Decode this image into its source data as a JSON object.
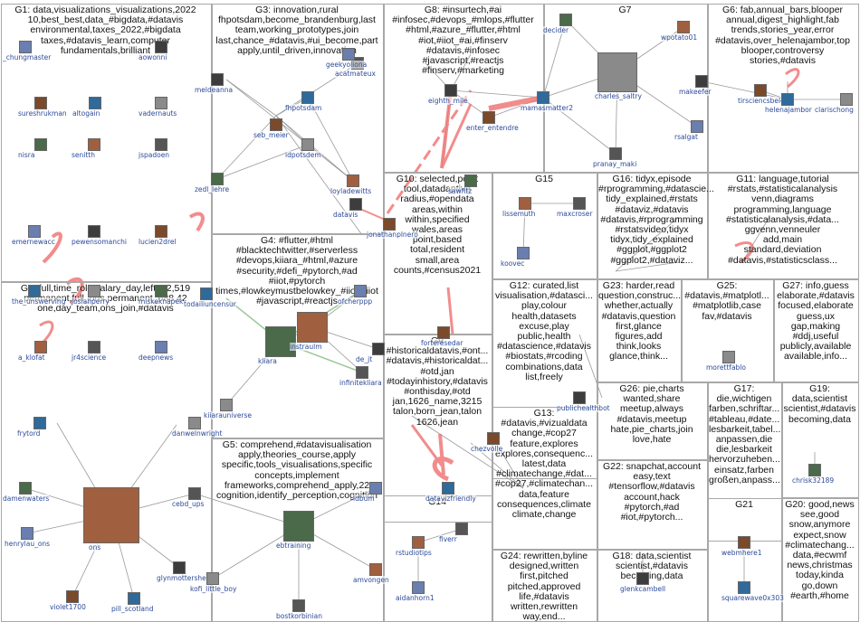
{
  "groups": [
    {
      "id": "G1",
      "label": "G1: data,visualizations_visualizations,2022\n10,best_best,data_#bigdata,#datavis\nenvironmental,taxes_2022,#bigdata\ntaxes,#datavis_learn,computer\nfundamentals,brilliant"
    },
    {
      "id": "G2",
      "label": "G2: full,time_role,salary_day,left_42,519\npermanent,full_ons,permanent_688,42\none,day_team,ons_join,#datavis"
    },
    {
      "id": "G3",
      "label": "G3: innovation,rural\nfhpotsdam,become_brandenburg,last\nteam,working_prototypes,join\nlast,chance_#datavis,#ui_become,part\napply,until_driven,innovation"
    },
    {
      "id": "G4",
      "label": "G4: #flutter,#html\n#blacktechtwitter,#serverless\n#devops,kiiara_#html,#azure\n#security,#defi_#pytorch,#ad\n#iiot,#pytorch\ntimes,#lowkeymustbelowkey_#iiot,#iiot\n#javascript,#reactjs"
    },
    {
      "id": "G5",
      "label": "G5: comprehend,#datavisualisation\napply,theories_course,apply\nspecific,tools_visualisations,specific\nconcepts,implement\nframeworks,comprehend_apply,22\ncognition,identify_perception,cognition"
    },
    {
      "id": "G6",
      "label": "G6: fab,annual_bars,blooper\nannual,digest_highlight,fab\ntrends,stories_year,error\n#datavis,over_helenajambor,top\nblooper,controversy\nstories,#datavis"
    },
    {
      "id": "G7",
      "label": "G7"
    },
    {
      "id": "G8",
      "label": "G8: #insurtech,#ai\n#infosec,#devops_#mlops,#flutter\n#html,#azure_#flutter,#html\n#iot,#iiot_#ai,#finserv\n#datavis,#infosec\n#javascript,#reactjs\n#finserv,#marketing"
    },
    {
      "id": "G9",
      "label": "G9\n#historicaldatavis,#ont...\n#datavis,#historicaldat...\n#otd,jan\n#todayinhistory,#datavis\n#onthisday,#otd\njan,1626_name,3215\ntalon,born_jean,talon\n1626,jean"
    },
    {
      "id": "G10",
      "label": "G10: selected,point\ntool,datadaptive\nradius,#opendata\nareas,within\nwithin,specified\nwales,areas\npoint,based\ntotal,resident\nsmall,area\ncounts,#census2021"
    },
    {
      "id": "G11",
      "label": "G11: language,tutorial\n#rstats,#statisticalanalysis\nvenn,diagrams\nprogramming,language\n#statisticalanalysis,#data...\nggvenn,venneuler\nadd,main\nstandard,deviation\n#datavis,#statisticsclass..."
    },
    {
      "id": "G12",
      "label": "G12: curated,list\nvisualisation,#datasci...\nplay,colour\nhealth,datasets\nexcuse,play\npublic,health\n#datascience,#datavis\n#biostats,#rcoding\ncombinations,data\nlist,freely"
    },
    {
      "id": "G13",
      "label": "G13:\n#datavis,#vizualdata\nchange,#cop27\nfeature,explores\nexplores,consequenc...\nlatest,data\n#climatechange,#dat...\n#cop27,#climatechan...\ndata,feature\nconsequences,climate\nclimate,change"
    },
    {
      "id": "G14",
      "label": "G14"
    },
    {
      "id": "G15",
      "label": "G15"
    },
    {
      "id": "G16",
      "label": "G16: tidyx,episode\n#rprogramming,#datascie...\ntidy_explained,#rstats\n#dataviz,#datavis\n#datavis,#rprogramming\n#rstatsvideo,tidyx\ntidyx,tidy_explained\n#ggplot,#ggplot2\n#ggplot2,#dataviz..."
    },
    {
      "id": "G17",
      "label": "G17:\ndie,wichtigen\nfarben,schriftar...\n#tableau,#date...\nlesbarkeit,tabel...\nanpassen,die\ndie,lesbarkeit\nhervorzuheben...\neinsatz,farben\ngroßen,anpass..."
    },
    {
      "id": "G18",
      "label": "G18: data,scientist\nscientist,#datavis\nbecoming,data"
    },
    {
      "id": "G19",
      "label": "G19:\ndata,scientist\nscientist,#datavis\nbecoming,data"
    },
    {
      "id": "G20",
      "label": "G20: good,news\nsee,good\nsnow,anymore\nexpect,snow\n#climatechang...\ndata,#ecwmf\nnews,christmas\ntoday,kinda\ngo,down\n#earth,#home"
    },
    {
      "id": "G21",
      "label": "G21"
    },
    {
      "id": "G22",
      "label": "G22: snapchat,account\neasy,text\n#tensorflow,#datavis\naccount,hack\n#pytorch,#ad\n#iot,#pytorch..."
    },
    {
      "id": "G23",
      "label": "G23: harder,read\nquestion,construc...\nwhether,actually\n#datavis,question\nfirst,glance\nfigures,add\nthink,looks\nglance,think..."
    },
    {
      "id": "G24",
      "label": "G24: rewritten,byline\ndesigned,written\nfirst,pitched\npitched,approved\nlife,#datavis\nwritten,rewritten\nway,end..."
    },
    {
      "id": "G25",
      "label": "G25:\n#datavis,#matplotl...\n#matplotlib,case\nfav,#datavis"
    },
    {
      "id": "G26",
      "label": "G26: pie,charts\nwanted,share\nmeetup,always\n#datavis,meetup\nhate,pie_charts,join\nlove,hate"
    },
    {
      "id": "G27",
      "label": "G27: info,guess\nelaborate,#datavis\nfocused,elaborate\nguess,ux\ngap,making\n#ddj,useful\npublicly,available\navailable,info..."
    }
  ],
  "vertices": [
    {
      "label": "_chungmaster"
    },
    {
      "label": "aowonni"
    },
    {
      "label": "sureshrukman"
    },
    {
      "label": "altogain"
    },
    {
      "label": "vadernauts"
    },
    {
      "label": "nisra"
    },
    {
      "label": "senitth"
    },
    {
      "label": "jspadoen"
    },
    {
      "label": "emernewacc"
    },
    {
      "label": "pewensomanchi"
    },
    {
      "label": "lucien2drel"
    },
    {
      "label": "the_unswerving"
    },
    {
      "label": "josiahperry"
    },
    {
      "label": "miskeknapek"
    },
    {
      "label": "a_klofat"
    },
    {
      "label": "jr4science"
    },
    {
      "label": "deepnews"
    },
    {
      "label": "meldeanna"
    },
    {
      "label": "seb_meier"
    },
    {
      "label": "fhpotsdam"
    },
    {
      "label": "idpotsdem"
    },
    {
      "label": "zedl_lehre"
    },
    {
      "label": "loyladewitts"
    },
    {
      "label": "acatmateux"
    },
    {
      "label": "geekyoliona"
    },
    {
      "label": "datavis"
    },
    {
      "label": "jonathanplnero"
    },
    {
      "label": "todailiuncensur"
    },
    {
      "label": "kiiarauniverse"
    },
    {
      "label": "kliara"
    },
    {
      "label": "instraulm"
    },
    {
      "label": "infinitekliara"
    },
    {
      "label": "ofcherppp"
    },
    {
      "label": "de_jt"
    },
    {
      "label": "forteresedar"
    },
    {
      "label": "frytord"
    },
    {
      "label": "danwelnwright"
    },
    {
      "label": "damenwaters"
    },
    {
      "label": "ons"
    },
    {
      "label": "cebd_ups"
    },
    {
      "label": "henrylau_ons"
    },
    {
      "label": "glynmottershead"
    },
    {
      "label": "violet1700"
    },
    {
      "label": "pill_scotland"
    },
    {
      "label": "kofi_little_boy"
    },
    {
      "label": "ebtraining"
    },
    {
      "label": "amvongen"
    },
    {
      "label": "bostkorbinian"
    },
    {
      "label": "ldbum"
    },
    {
      "label": "eighth_mile"
    },
    {
      "label": "enter_entendre"
    },
    {
      "label": "mamasmatter2"
    },
    {
      "label": "charles_saltry"
    },
    {
      "label": "decider"
    },
    {
      "label": "wpotato01"
    },
    {
      "label": "pranay_maki"
    },
    {
      "label": "rsalgat"
    },
    {
      "label": "makeefer"
    },
    {
      "label": "tirsciencsbelog"
    },
    {
      "label": "helenajambor"
    },
    {
      "label": "clarischong"
    },
    {
      "label": "sawfitz"
    },
    {
      "label": "lissemuth"
    },
    {
      "label": "maxcroser"
    },
    {
      "label": "koovec"
    },
    {
      "label": "publichealthbot"
    },
    {
      "label": "chezvolle"
    },
    {
      "label": "datavizfriendly"
    },
    {
      "label": "morettfablo"
    },
    {
      "label": "chrisk32189"
    },
    {
      "label": "rstudiotips"
    },
    {
      "label": "fiverr"
    },
    {
      "label": "aidanhorn1"
    },
    {
      "label": "glenkcambell"
    },
    {
      "label": "webmhere1"
    },
    {
      "label": "squarewave0x303"
    }
  ]
}
